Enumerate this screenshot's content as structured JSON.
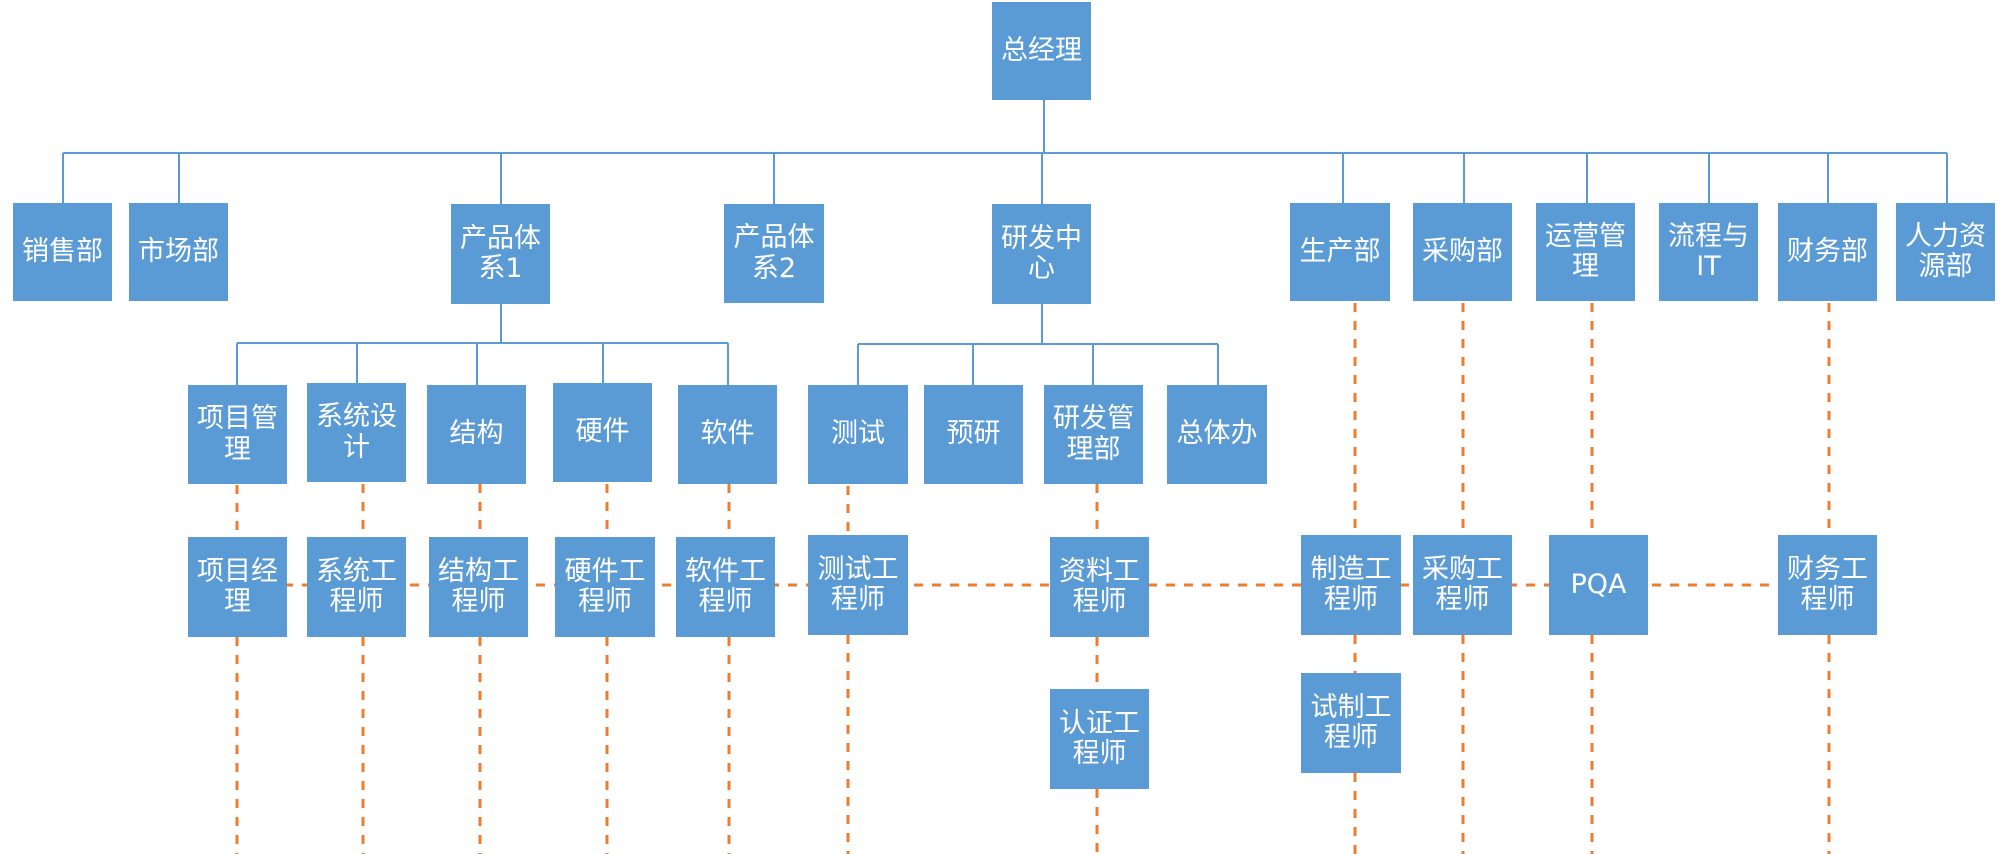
{
  "org_chart": {
    "root": "总经理",
    "departments": {
      "sales": "销售部",
      "marketing": "市场部",
      "product_system_1": "产品体系1",
      "product_system_2": "产品体系2",
      "rd_center": "研发中心",
      "production": "生产部",
      "purchasing": "采购部",
      "operations": "运营管理",
      "process_it": "流程与IT",
      "finance": "财务部",
      "hr": "人力资源部"
    },
    "product_system_1_units": {
      "project_management": "项目管理",
      "system_design": "系统设计",
      "structure": "结构",
      "hardware": "硬件",
      "software": "软件"
    },
    "rd_center_units": {
      "testing": "测试",
      "pre_research": "预研",
      "rd_management": "研发管理部",
      "general_office": "总体办"
    },
    "roles": {
      "project_manager": "项目经理",
      "system_engineer": "系统工程师",
      "structure_engineer": "结构工程师",
      "hardware_engineer": "硬件工程师",
      "software_engineer": "软件工程师",
      "test_engineer": "测试工程师",
      "documentation_engineer": "资料工程师",
      "certification_engineer": "认证工程师",
      "manufacturing_engineer": "制造工程师",
      "trial_production_engineer": "试制工程师",
      "purchasing_engineer": "采购工程师",
      "pqa": "PQA",
      "finance_engineer": "财务工程师"
    },
    "colors": {
      "box_fill": "#5b9bd5",
      "box_text": "#ffffff",
      "hierarchy_line": "#5b9bd5",
      "matrix_dashed_line": "#ed7d31"
    }
  }
}
